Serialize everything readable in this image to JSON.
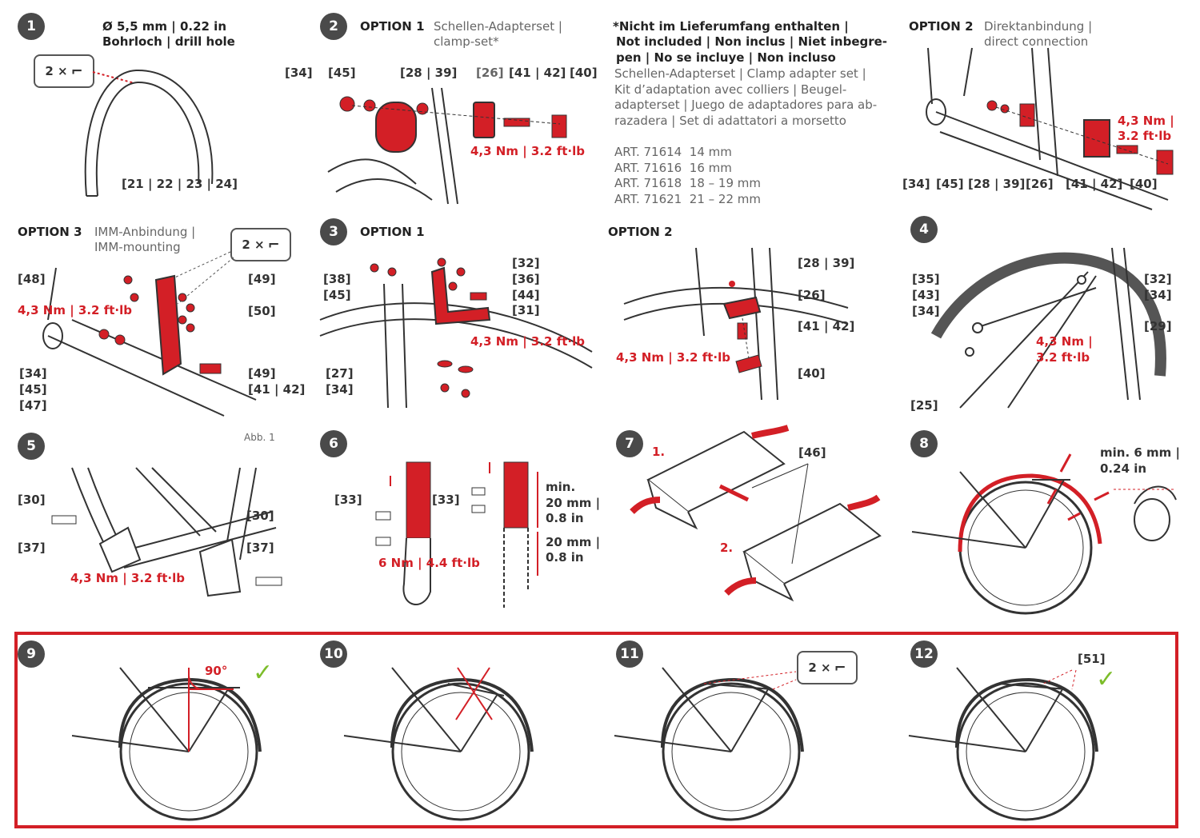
{
  "colors": {
    "accent": "#d31f26",
    "ink": "#333333",
    "badge": "#4a4a4a",
    "check": "#7cbd2a"
  },
  "steps": [
    {
      "id": "1",
      "line1": "Ø 5,5 mm | 0.22 in",
      "line2": "Bohrloch | drill hole",
      "drill": "2 ×",
      "labels": [
        "[21 | 22 | 23 | 24]"
      ]
    },
    {
      "id": "2",
      "option": "OPTION 1",
      "desc1": "Schellen-Adapterset |",
      "desc2": "clamp-set*",
      "labels": [
        "[34]",
        "[45]",
        "[28 | 39]",
        "[26]",
        "[41 | 42]",
        "[40]"
      ],
      "torque": "4,3 Nm | 3.2 ft·lb"
    },
    {
      "id": "3",
      "option": "OPTION 1",
      "labels": [
        "[38]",
        "[45]",
        "[32]",
        "[36]",
        "[44]",
        "[31]",
        "[27]",
        "[34]"
      ],
      "torque": "4,3 Nm | 3.2 ft·lb"
    },
    {
      "id": "4",
      "labels": [
        "[35]",
        "[43]",
        "[34]",
        "[32]",
        "[34]",
        "[29]",
        "[25]"
      ],
      "torque1": "4,3 Nm |",
      "torque2": "3.2 ft·lb"
    },
    {
      "id": "5",
      "labels": [
        "[30]",
        "[37]",
        "[30]",
        "[37]"
      ],
      "torque": "4,3 Nm | 3.2 ft·lb"
    },
    {
      "id": "6",
      "labels": [
        "[33]",
        "[33]"
      ],
      "torque": "6 Nm | 4.4 ft·lb",
      "min1": "min.",
      "min2": "20 mm |",
      "min3": "0.8 in",
      "d1": "20 mm |",
      "d2": "0.8 in"
    },
    {
      "id": "7",
      "label": "[46]",
      "s1": "1.",
      "s2": "2."
    },
    {
      "id": "8",
      "m1": "min. 6 mm |",
      "m2": "0.24 in"
    },
    {
      "id": "9",
      "angle": "90°",
      "check": "✓"
    },
    {
      "id": "10"
    },
    {
      "id": "11",
      "drill": "2 ×"
    },
    {
      "id": "12",
      "label": "[51]",
      "check": "✓"
    }
  ],
  "note": {
    "lines": [
      "*Nicht im Lieferumfang enthalten |",
      "Not included | Non inclus | Niet inbegre-",
      "pen | No se incluye | Non incluso"
    ],
    "desc": [
      "Schellen-Adapterset | Clamp adapter set |",
      "Kit d’adaptation avec colliers | Beugel-",
      "adapterset | Juego de adaptadores para ab-",
      "razadera | Set di adattatori a morsetto"
    ],
    "articles": [
      {
        "art": "ART. 71614",
        "size": "14 mm"
      },
      {
        "art": "ART. 71616",
        "size": "16 mm"
      },
      {
        "art": "ART. 71618",
        "size": "18 – 19 mm"
      },
      {
        "art": "ART. 71621",
        "size": "21 – 22 mm"
      }
    ]
  },
  "option2_top": {
    "option": "OPTION 2",
    "desc1": "Direktanbindung |",
    "desc2": "direct connection",
    "labels": [
      "[34]",
      "[45]",
      "[28 | 39]",
      "[26]",
      "[41 | 42]",
      "[40]"
    ],
    "torque1": "4,3 Nm |",
    "torque2": "3.2 ft·lb"
  },
  "option3": {
    "option": "OPTION 3",
    "desc1": "IMM-Anbindung |",
    "desc2": "IMM-mounting",
    "drill": "2 ×",
    "labels": [
      "[48]",
      "[49]",
      "[50]",
      "[34]",
      "[45]",
      "[47]",
      "[49]",
      "[41 | 42]"
    ],
    "torque": "4,3 Nm | 3.2 ft·lb",
    "fig": "Abb. 1"
  },
  "option2_mid": {
    "option": "OPTION 2",
    "labels": [
      "[28 | 39]",
      "[26]",
      "[41 | 42]",
      "[40]"
    ],
    "torque": "4,3 Nm | 3.2 ft·lb"
  }
}
